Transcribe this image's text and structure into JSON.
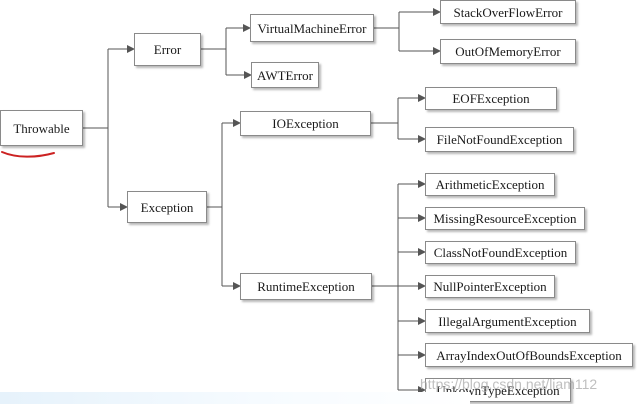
{
  "nodes": {
    "throwable": "Throwable",
    "error": "Error",
    "exception": "Exception",
    "virtual_machine_error": "VirtualMachineError",
    "awt_error": "AWTError",
    "stack_overflow_error": "StackOverFlowError",
    "out_of_memory_error": "OutOfMemoryError",
    "io_exception": "IOException",
    "runtime_exception": "RuntimeException",
    "eof_exception": "EOFException",
    "file_not_found_exception": "FileNotFoundException",
    "arithmetic_exception": "ArithmeticException",
    "missing_resource_exception": "MissingResourceException",
    "class_not_found_exception": "ClassNotFoundException",
    "null_pointer_exception": "NullPointerException",
    "illegal_argument_exception": "IllegalArgumentException",
    "array_index_out_of_bounds_exception": "ArrayIndexOutOfBoundsException",
    "unkown_type_exception": "UnkownTypeException"
  },
  "watermark": "https://blog.csdn.net/liam112",
  "colors": {
    "connector": "#555555",
    "annotation_underline": "#cc2222"
  }
}
